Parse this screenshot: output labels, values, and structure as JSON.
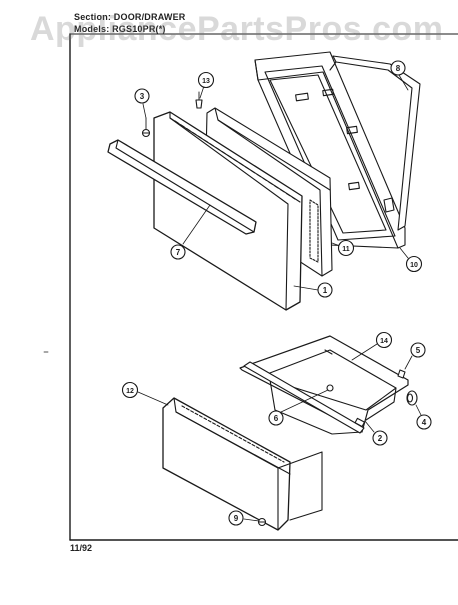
{
  "header": {
    "section_line": "Section: DOOR/DRAWER",
    "models_line": "Models: RGS10PR(*)"
  },
  "watermark": "AppliancePartsPros.com",
  "footer": {
    "date": "11/92"
  },
  "callouts": [
    "1",
    "2",
    "3",
    "4",
    "5",
    "6",
    "7",
    "8",
    "9",
    "10",
    "11",
    "12",
    "13",
    "14"
  ],
  "colors": {
    "ink": "#1a1a1a",
    "paper": "#ffffff",
    "watermark": "#9a9a9a"
  }
}
